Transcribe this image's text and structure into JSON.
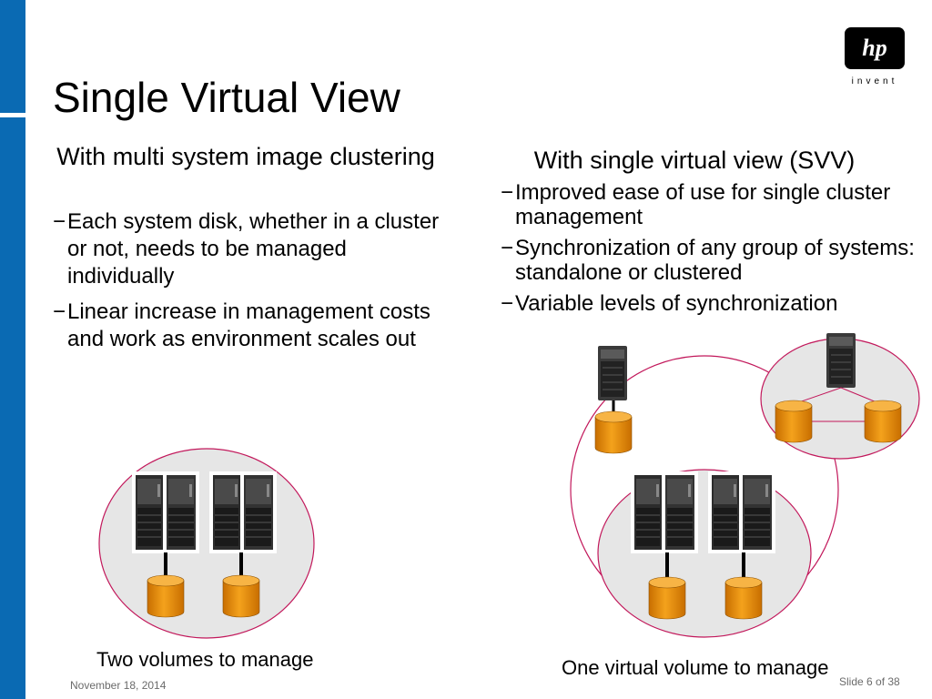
{
  "slide": {
    "title": "Single Virtual View",
    "logo_text": "invent",
    "logo_mark": "hp"
  },
  "left": {
    "heading": "With multi system image clustering",
    "bullets": [
      "Each system disk, whether in a cluster or not, needs to be managed individually",
      "Linear increase in management costs and work as environment scales out"
    ],
    "caption": "Two volumes to manage"
  },
  "right": {
    "heading": "With single virtual view (SVV)",
    "bullets": [
      "Improved ease of use for single cluster management",
      "Synchronization of any group of systems: standalone or clustered",
      "Variable levels of synchronization"
    ],
    "caption": "One virtual volume to manage"
  },
  "footer": {
    "date": "November 18, 2014",
    "slide_number": "Slide 6 of 38"
  },
  "colors": {
    "sidebar": "#0a6ab3",
    "circle_outline": "#c2185b",
    "circle_fill": "#e6e6e6",
    "disk": "#e8900a"
  },
  "icons": [
    "server-rack-icon",
    "tower-server-icon",
    "disk-volume-icon",
    "hp-logo-icon"
  ]
}
